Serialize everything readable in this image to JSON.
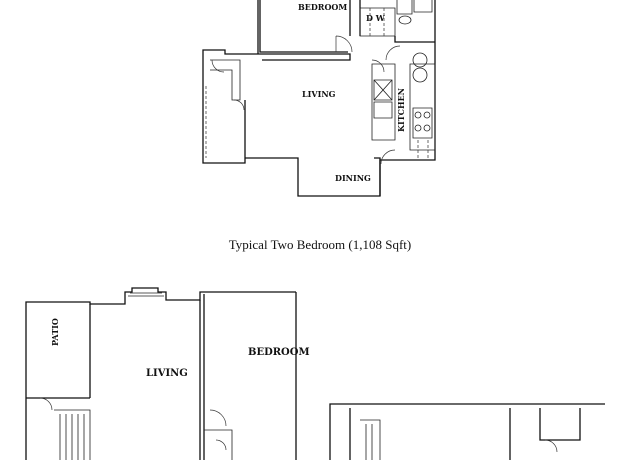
{
  "plan1": {
    "rooms": {
      "bedroom": "BEDROOM",
      "living": "LIVING",
      "dining": "DINING",
      "kitchen": "KITCHEN",
      "dw": "D W"
    }
  },
  "caption": "Typical Two Bedroom (1,108 Sqft)",
  "plan2": {
    "rooms": {
      "patio": "PATIO",
      "living": "LIVING",
      "bedroom": "BEDROOM"
    }
  }
}
